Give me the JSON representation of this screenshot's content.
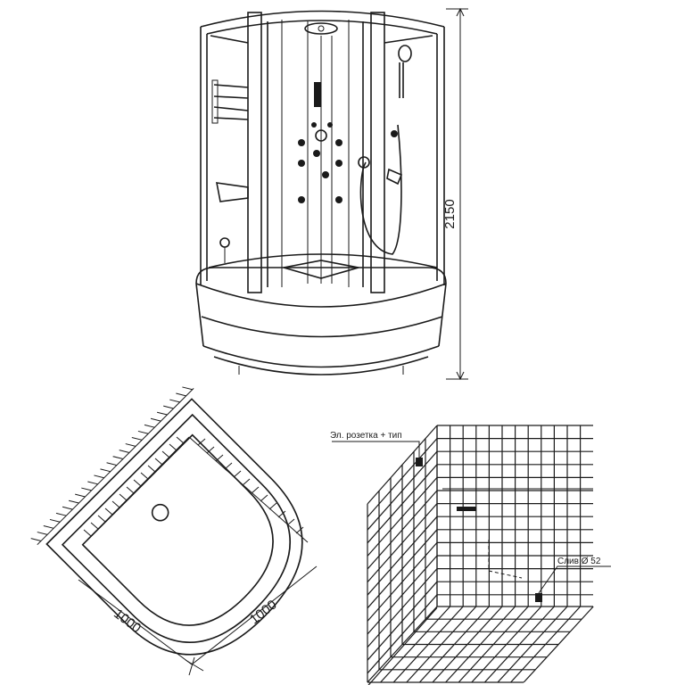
{
  "cabin": {
    "height_label": "2150"
  },
  "tray": {
    "side_a_label": "1000",
    "side_b_label": "1000"
  },
  "install": {
    "socket_label": "Эл. розетка + тип",
    "level_label": "",
    "drain_label": "Слив Ø 52"
  },
  "colors": {
    "line": "#1a1a1a",
    "background": "#ffffff"
  }
}
